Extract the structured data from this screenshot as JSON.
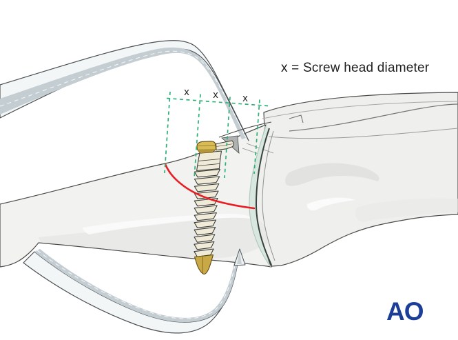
{
  "annotation": {
    "text": "x = Screw head diameter"
  },
  "dimension_marks": {
    "labels": [
      "x",
      "x",
      "x"
    ]
  },
  "logo": {
    "text": "AO"
  },
  "parts": [
    "metacarpal-bone",
    "proximal-phalanx-bone",
    "articular-cartilage",
    "lag-screw",
    "pointed-reduction-clamp-upper-arm",
    "pointed-reduction-clamp-lower-arm",
    "fracture-line",
    "dimension-lines"
  ],
  "colors": {
    "background": "#ffffff",
    "bone_fill": "#f2f2f1",
    "bone_shadow": "#e9e9e7",
    "bone_outline": "#4a4a48",
    "cartilage_fill": "#d9e7e1",
    "cartilage_edge_dark": "#39433e",
    "dimension_green": "#2eb077",
    "fracture_red": "#e81e25",
    "screw_body": "#f0ead8",
    "screw_gold": "#d8bb52",
    "screw_gold_dark": "#b3953c",
    "clamp_fill": "#f3f6f7",
    "clamp_stripe": "#c4cdd2",
    "clamp_outline": "#4b5054",
    "logo_blue": "#1d3e97",
    "text_color": "#212121"
  }
}
